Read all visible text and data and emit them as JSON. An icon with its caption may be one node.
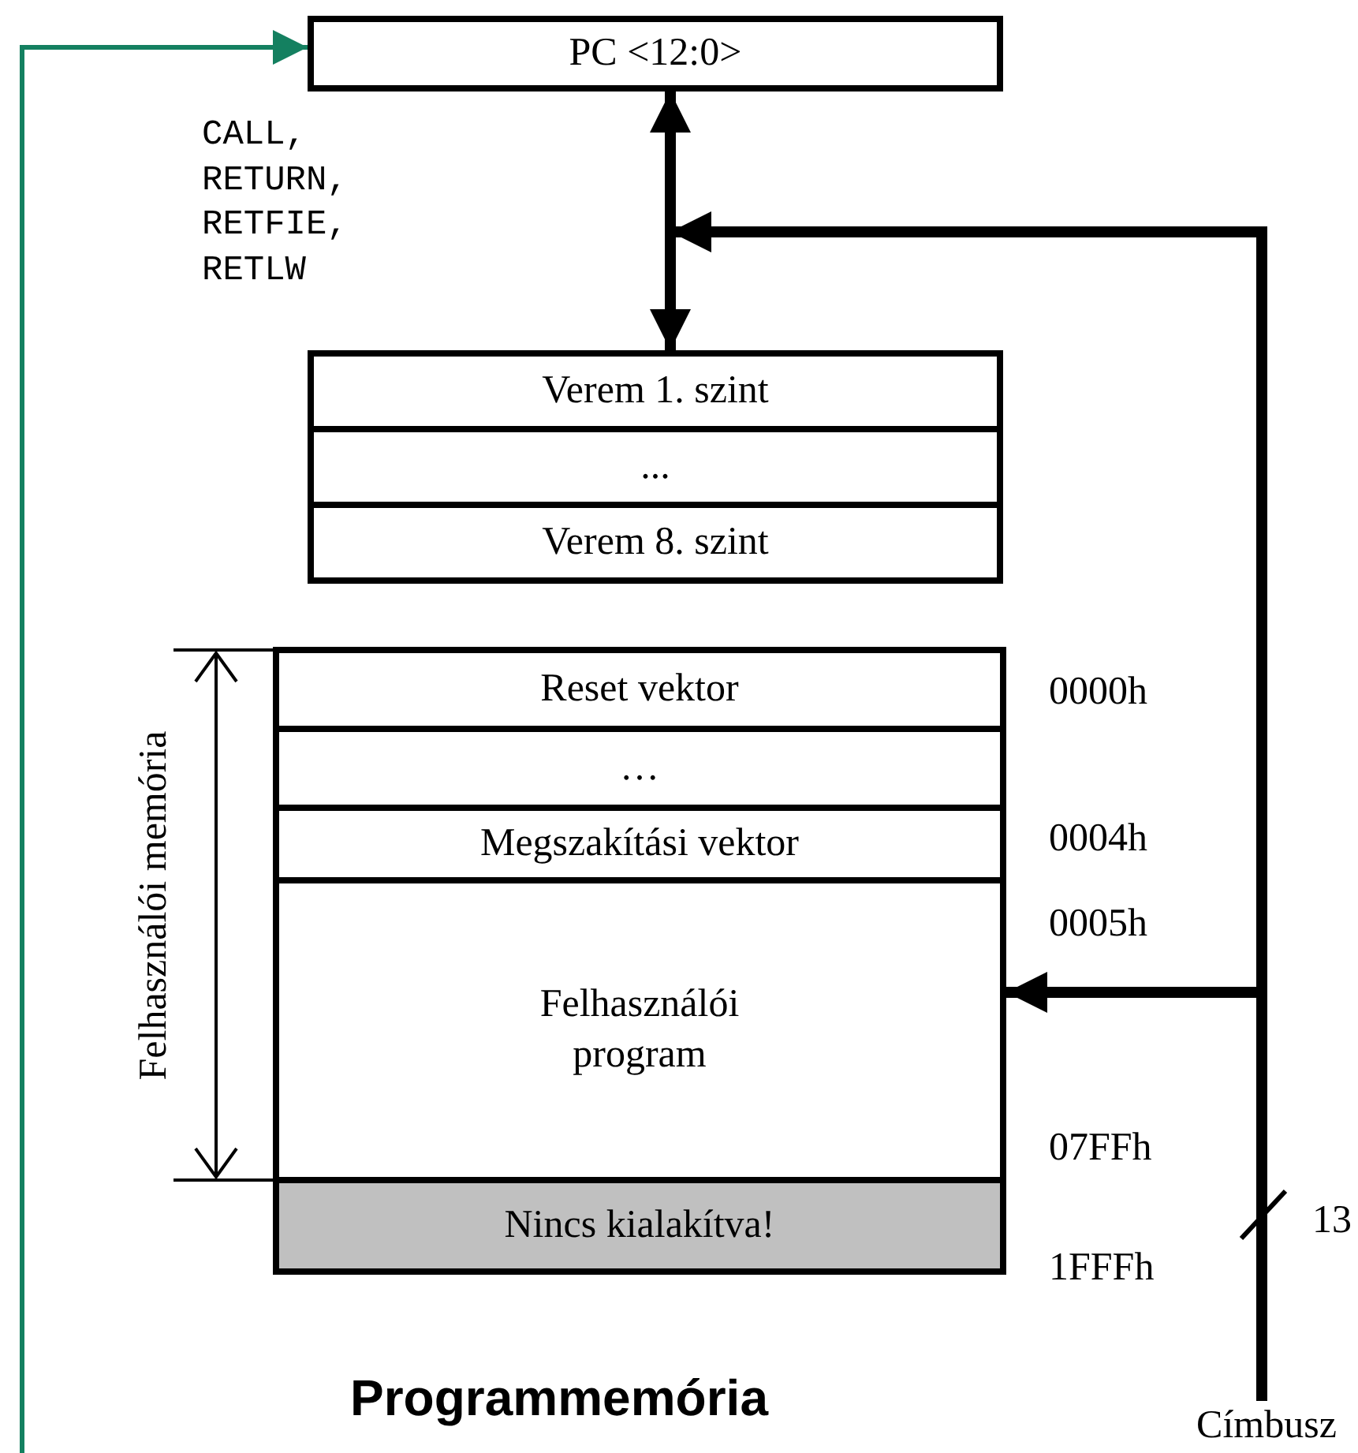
{
  "diagram": {
    "caption": "Programmemória",
    "nodes": [
      {
        "text": [
          "PC <12:0>"
        ]
      },
      {
        "text": [
          "Verem 1. szint"
        ]
      },
      {
        "text": [
          "..."
        ]
      },
      {
        "text": [
          "Verem 8. szint"
        ]
      },
      {
        "text": [
          "Reset vektor"
        ]
      },
      {
        "text": [
          "…"
        ]
      },
      {
        "text": [
          "Megszakítási vektor"
        ]
      },
      {
        "text": [
          "Felhasználói program"
        ]
      },
      {
        "text": [
          "Nincs kialakítva!"
        ]
      },
      {
        "text": [
          "Címbusz"
        ]
      }
    ],
    "edges": [
      {
        "from": 0,
        "to": 1,
        "arrow": "both"
      },
      {
        "from": 9,
        "to": 7,
        "arrow": "to"
      },
      {
        "from": 9,
        "to": null,
        "arrow": "to"
      },
      {
        "from": null,
        "to": 0,
        "arrow": "to",
        "color": "#148060"
      }
    ],
    "labels": [
      "CALL, RETURN, RETFIE, RETLW",
      "0000h",
      "0004h",
      "0005h",
      "Felhasználói memória",
      "07FFh",
      "13",
      "1FFFh"
    ]
  }
}
